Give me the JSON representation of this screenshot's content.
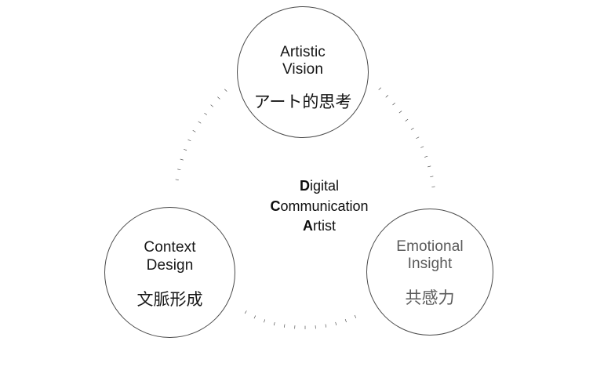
{
  "diagram": {
    "type": "triangular-cycle",
    "background_color": "#ffffff",
    "circle_stroke_color": "#4a4a4a",
    "connector_dot_color": "#3a3a3a",
    "center": {
      "line1_cap": "D",
      "line1_rest": "igital",
      "line2_cap": "C",
      "line2_rest": "ommunication",
      "line3_cap": "A",
      "line3_rest": "rtist",
      "full_text": "Digital Communication Artist",
      "acronym": "DCA",
      "text_color": "#0d0d0d"
    },
    "nodes": [
      {
        "id": "artistic-vision",
        "english": "Artistic\nVision",
        "japanese": "アート的思考",
        "text_color": "#141414",
        "position": "top"
      },
      {
        "id": "context-design",
        "english": "Context\nDesign",
        "japanese": "文脈形成",
        "text_color": "#171717",
        "position": "bottom-left"
      },
      {
        "id": "emotional-insight",
        "english": "Emotional\nInsight",
        "japanese": "共感力",
        "text_color": "#5a5a5a",
        "position": "bottom-right"
      }
    ],
    "connectors": [
      {
        "id": "arc-top-to-left",
        "from": "artistic-vision",
        "to": "context-design",
        "style": "dotted"
      },
      {
        "id": "arc-top-to-right",
        "from": "artistic-vision",
        "to": "emotional-insight",
        "style": "dotted"
      },
      {
        "id": "arc-left-to-right",
        "from": "context-design",
        "to": "emotional-insight",
        "style": "dotted"
      }
    ]
  }
}
